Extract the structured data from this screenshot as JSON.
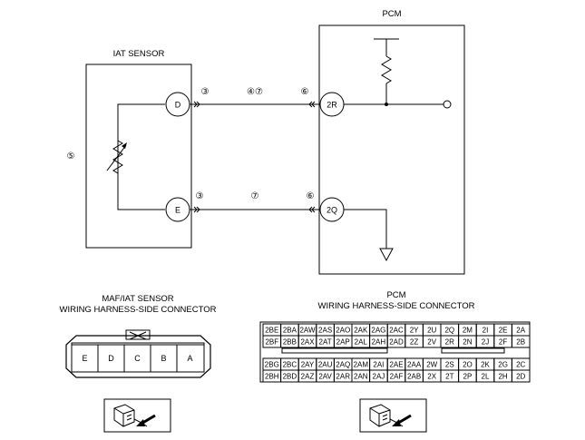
{
  "pcm": {
    "title": "PCM",
    "pins": {
      "top": "2R",
      "bottom": "2Q"
    }
  },
  "iat_sensor": {
    "title": "IAT SENSOR",
    "terminals": {
      "top": "D",
      "bottom": "E"
    }
  },
  "circled_numbers": {
    "sensor_top": "③",
    "sensor_bottom": "③",
    "mid_top": "④⑦",
    "mid_bottom": "⑦",
    "pcm_top": "⑥",
    "pcm_bottom": "⑥",
    "sensor_element": "⑤"
  },
  "maf_connector": {
    "title_line1": "MAF/IAT SENSOR",
    "title_line2": "WIRING HARNESS-SIDE CONNECTOR",
    "pins": [
      "E",
      "D",
      "C",
      "B",
      "A"
    ]
  },
  "pcm_connector": {
    "title_line1": "PCM",
    "title_line2": "WIRING HARNESS-SIDE CONNECTOR",
    "rows": [
      [
        "2BE",
        "2BA",
        "2AW",
        "2AS",
        "2AO",
        "2AK",
        "2AG",
        "2AC",
        "2Y",
        "2U",
        "2Q",
        "2M",
        "2I",
        "2E",
        "2A"
      ],
      [
        "2BF",
        "2BB",
        "2AX",
        "2AT",
        "2AP",
        "2AL",
        "2AH",
        "2AD",
        "2Z",
        "2V",
        "2R",
        "2N",
        "2J",
        "2F",
        "2B"
      ],
      [
        "2BG",
        "2BC",
        "2AY",
        "2AU",
        "2AQ",
        "2AM",
        "2AI",
        "2AE",
        "2AA",
        "2W",
        "2S",
        "2O",
        "2K",
        "2G",
        "2C"
      ],
      [
        "2BH",
        "2BD",
        "2AZ",
        "2AV",
        "2AR",
        "2AN",
        "2AJ",
        "2AF",
        "2AB",
        "2X",
        "2T",
        "2P",
        "2L",
        "2H",
        "2D"
      ]
    ]
  },
  "icons": {
    "left_view": "connector-view-icon",
    "right_view": "connector-view-icon"
  }
}
